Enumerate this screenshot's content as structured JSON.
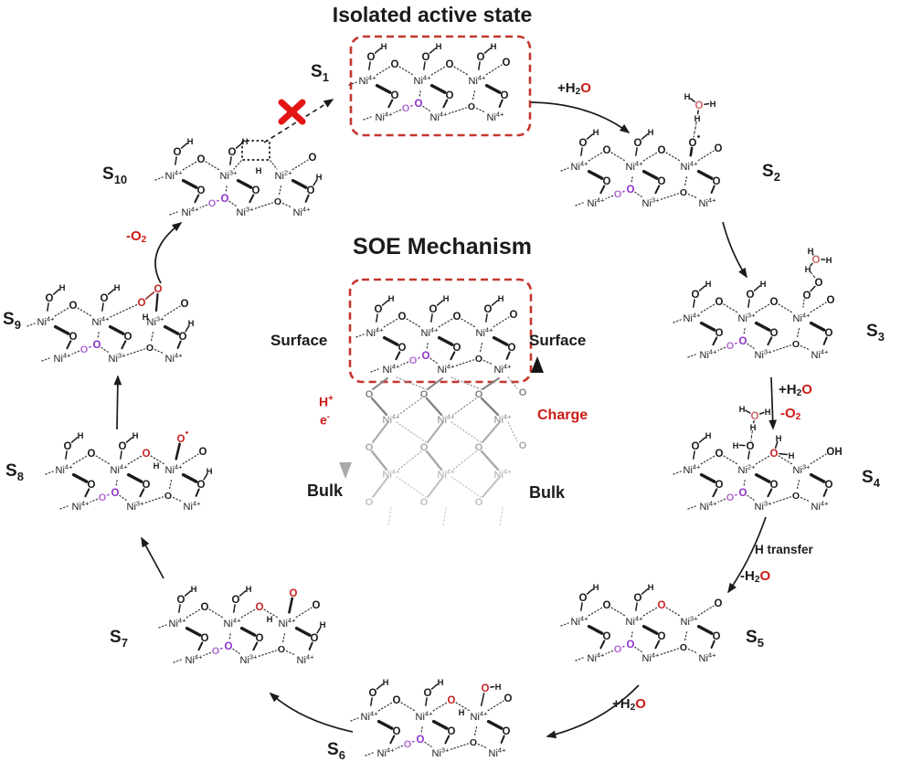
{
  "titles": {
    "isolated": "Isolated active state",
    "mechanism": "SOE Mechanism"
  },
  "atoms": {
    "o": "O",
    "h": "H",
    "ni_prefix": "Ni"
  },
  "colors": {
    "black": "#1b1b1b",
    "bond_dot": "#3a3a3a",
    "red": "#c42323",
    "soft_red": "#c96a64",
    "purple_light": "#b06ad0",
    "purple_dark": "#8d33c9",
    "box_red": "#c4362c",
    "x_red": "#e31515",
    "label_red": "#cb1b16",
    "bulk_gray_1": "#828282",
    "bulk_gray_2": "#a8a8a8",
    "bulk_gray_3": "#c0c0c0"
  },
  "states": [
    {
      "id": "S1",
      "label": {
        "main": "S",
        "sub": "1"
      },
      "boxed": true,
      "ni_top": [
        "Ni4+",
        "Ni4+",
        "Ni4+"
      ],
      "ni_bottom": [
        "Ni4+",
        "Ni4+",
        "Ni4+"
      ],
      "cluster": {
        "lig1": "OH",
        "lig2": "OH",
        "lig3": "OH",
        "bridge2": "O",
        "terminal": "O",
        "peroxo": true,
        "lowOH": false,
        "water": "none"
      }
    },
    {
      "id": "S2",
      "label": {
        "main": "S",
        "sub": "2"
      },
      "ni_top": [
        "Ni4+",
        "Ni4+",
        "Ni4+"
      ],
      "ni_bottom": [
        "Ni4+",
        "Ni3+",
        "Ni4+"
      ],
      "cluster": {
        "lig1": "OH",
        "lig2": "OH",
        "lig3": "O-radical",
        "bridge2": "O",
        "terminal": "O",
        "peroxo": true,
        "lowOH": false,
        "water": "above-lig3"
      }
    },
    {
      "id": "S3",
      "label": {
        "main": "S",
        "sub": "3"
      },
      "ni_top": [
        "Ni4+",
        "Ni3+",
        "Ni4+"
      ],
      "ni_bottom": [
        "Ni4+",
        "Ni3+",
        "Ni4+"
      ],
      "cluster": {
        "lig1": "OH",
        "lig2": "OH",
        "lig3": "O-O",
        "bridge2": "O",
        "terminal": "O",
        "peroxo": true,
        "lowOH": false,
        "water": "upright-lig3"
      }
    },
    {
      "id": "S4",
      "label": {
        "main": "S",
        "sub": "4"
      },
      "ni_top": [
        "Ni4+",
        "Ni2+",
        "Ni3+"
      ],
      "ni_bottom": [
        "Ni4+",
        "Ni3+",
        "Ni4+"
      ],
      "cluster": {
        "lig1": "OH",
        "lig2": "OH2-water",
        "lig3": "none",
        "bridge2": "red-OH2",
        "terminal": "OH",
        "peroxo": true,
        "lowOH": false,
        "water": "above-lig2"
      }
    },
    {
      "id": "S5",
      "label": {
        "main": "S",
        "sub": "5"
      },
      "ni_top": [
        "Ni4+",
        "Ni4+",
        "Ni3+"
      ],
      "ni_bottom": [
        "Ni4+",
        "Ni4+",
        "Ni4+"
      ],
      "cluster": {
        "lig1": "OH",
        "lig2": "OH",
        "lig3": "none",
        "bridge2": "red-O",
        "terminal": "O",
        "peroxo": true,
        "lowOH": false,
        "water": "none"
      }
    },
    {
      "id": "S6",
      "label": {
        "main": "S",
        "sub": "6"
      },
      "ni_top": [
        "Ni4+",
        "Ni4+",
        "Ni4+"
      ],
      "ni_bottom": [
        "Ni4+",
        "Ni3+",
        "Ni4+"
      ],
      "cluster": {
        "lig1": "OH",
        "lig2": "OH",
        "lig3": "red-OH",
        "bridge2": "red-O-H",
        "terminal": "O",
        "peroxo": true,
        "lowOH": false,
        "water": "none"
      }
    },
    {
      "id": "S7",
      "label": {
        "main": "S",
        "sub": "7"
      },
      "ni_top": [
        "Ni4+",
        "Ni4+",
        "Ni4+"
      ],
      "ni_bottom": [
        "Ni4+",
        "Ni3+",
        "Ni4+"
      ],
      "cluster": {
        "lig1": "OH",
        "lig2": "OH",
        "lig3": "red-O",
        "bridge2": "red-O-H",
        "terminal": "O",
        "peroxo": true,
        "lowOH": true,
        "water": "none"
      }
    },
    {
      "id": "S8",
      "label": {
        "main": "S",
        "sub": "8"
      },
      "ni_top": [
        "Ni4+",
        "Ni4+",
        "Ni4+"
      ],
      "ni_bottom": [
        "Ni4+",
        "Ni3+",
        "Ni4+"
      ],
      "cluster": {
        "lig1": "OH",
        "lig2": "OH",
        "lig3": "red-O-radical",
        "bridge2": "red-O-H",
        "terminal": "O",
        "peroxo": true,
        "lowOH": true,
        "water": "none"
      }
    },
    {
      "id": "S9",
      "label": {
        "main": "S",
        "sub": "9"
      },
      "ni_top": [
        "Ni4+",
        "Ni4+",
        "Ni3+"
      ],
      "ni_bottom": [
        "Ni4+",
        "Ni3+",
        "Ni4+"
      ],
      "cluster": {
        "lig1": "OH",
        "lig2": "OH",
        "lig3": "red-OO-H",
        "bridge2": "none",
        "terminal": "O",
        "peroxo": true,
        "lowOH": true,
        "water": "none"
      }
    },
    {
      "id": "S10",
      "label": {
        "main": "S",
        "sub": "10"
      },
      "ni_top": [
        "Ni4+",
        "Ni3+",
        "Ni2+"
      ],
      "ni_bottom": [
        "Ni4+",
        "Ni3+",
        "Ni4+"
      ],
      "cluster": {
        "lig1": "OH",
        "lig2": "OH",
        "lig3": "none",
        "bridge2": "vacancy-H",
        "terminal": "O",
        "peroxo": true,
        "lowOH": true,
        "water": "none"
      }
    }
  ],
  "center_cluster": {
    "ni_top": [
      "Ni4+",
      "Ni4+",
      "Ni4+"
    ],
    "ni_bottom": [
      "Ni4+",
      "Ni4+",
      "Ni4+"
    ],
    "cluster": {
      "lig1": "OH",
      "lig2": "OH",
      "lig3": "OH",
      "bridge2": "O",
      "terminal": "O",
      "peroxo": true,
      "lowOH": false,
      "water": "none"
    }
  },
  "center": {
    "surface_left": "Surface",
    "surface_right": "Surface",
    "bulk_left": "Bulk",
    "bulk_right": "Bulk",
    "charge": "Charge",
    "proton": {
      "main": "H",
      "sup": "+"
    },
    "electron": {
      "main": "e",
      "sup": "-"
    },
    "lattice": {
      "ni": "Ni4+",
      "o": "O"
    }
  },
  "transitions": [
    {
      "from": "S1",
      "to": "S2",
      "label_ref": "s1_s2"
    },
    {
      "from": "S2",
      "to": "S3",
      "label_ref": null
    },
    {
      "from": "S3",
      "to": "S4",
      "label_ref": "s3_s4_a",
      "label_ref2": "s3_s4_b"
    },
    {
      "from": "S4",
      "to": "S5",
      "label_ref": "s4_s5_a",
      "label_ref2": "s4_s5_b"
    },
    {
      "from": "S5",
      "to": "S6",
      "label_ref": "s5_s6"
    },
    {
      "from": "S6",
      "to": "S7",
      "label_ref": null
    },
    {
      "from": "S7",
      "to": "S8",
      "label_ref": null
    },
    {
      "from": "S8",
      "to": "S9",
      "label_ref": null
    },
    {
      "from": "S9",
      "to": "S10",
      "label_ref": "s9_s10"
    },
    {
      "from": "S10",
      "to": "S1",
      "blocked": true,
      "label_ref": null
    }
  ],
  "transition_labels": {
    "s1_s2": {
      "pre": "+H",
      "sub": "2",
      "suf": "O"
    },
    "s3_s4_a": {
      "pre": "+H",
      "sub": "2",
      "suf": "O"
    },
    "s3_s4_b": {
      "pre": "-O",
      "sub": "2"
    },
    "s4_s5_a": {
      "text": "H transfer"
    },
    "s4_s5_b": {
      "pre": "-H",
      "sub": "2",
      "suf": "O"
    },
    "s5_s6": {
      "pre": "+H",
      "sub": "2",
      "suf": "O"
    },
    "s9_s10": {
      "pre": "-O",
      "sub": "2"
    }
  }
}
